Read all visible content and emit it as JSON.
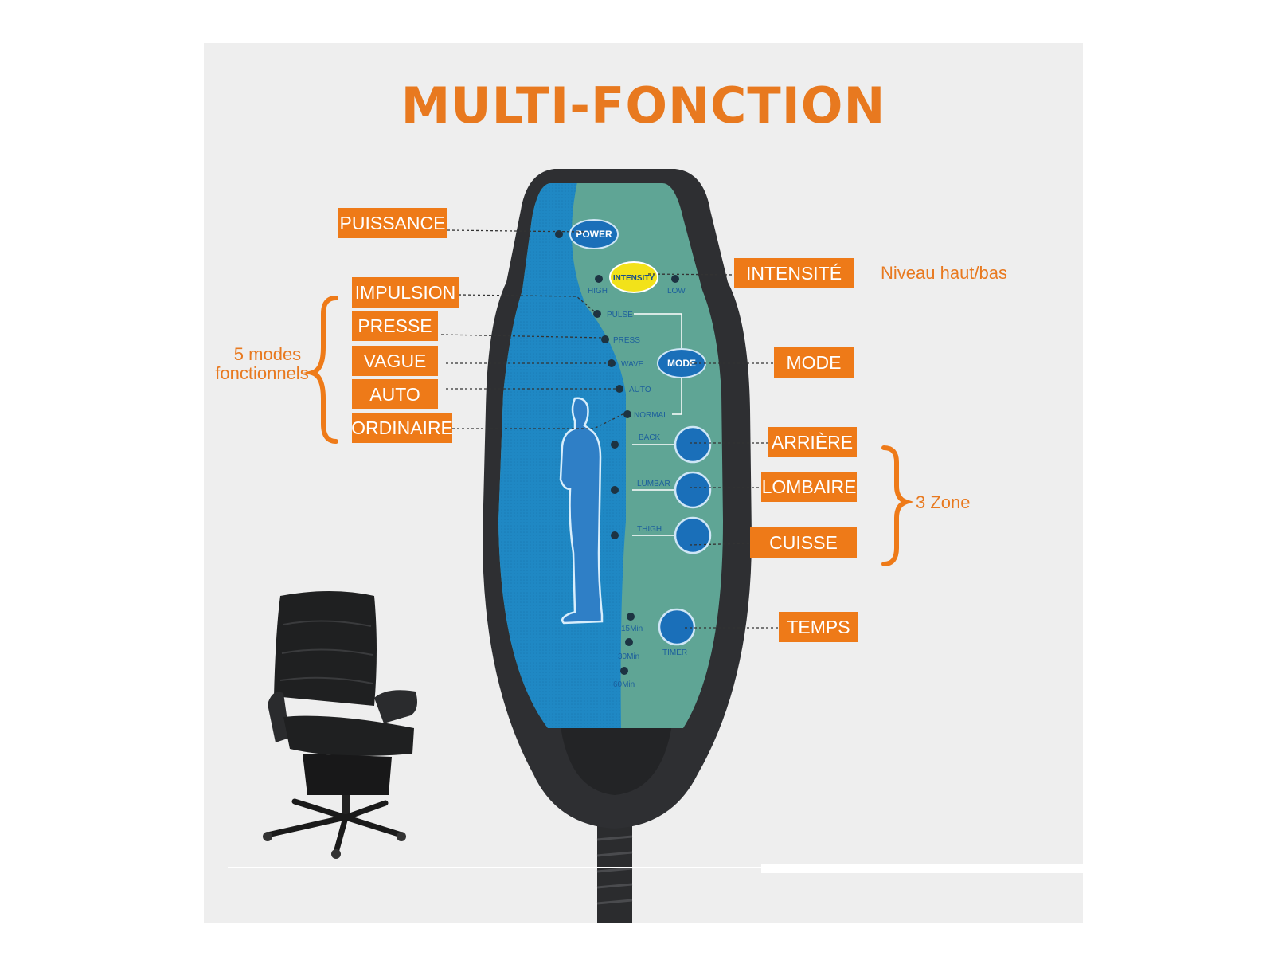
{
  "title": "MULTI-FONCTION",
  "labels": {
    "puissance": "PUISSANCE",
    "intensite": "INTENSITÉ",
    "impulsion": "IMPULSION",
    "presse": "PRESSE",
    "vague": "VAGUE",
    "auto": "AUTO",
    "ordinaire": "ORDINAIRE",
    "mode": "MODE",
    "arriere": "ARRIÈRE",
    "lombaire": "LOMBAIRE",
    "cuisse": "CUISSE",
    "temps": "TEMPS"
  },
  "notes": {
    "niveau": "Niveau haut/bas",
    "modes_line1": "5 modes",
    "modes_line2": "fonctionnels",
    "zone": "3 Zone"
  },
  "remote": {
    "power": "POWER",
    "intensity": "INTENSITY",
    "high": "HIGH",
    "low": "LOW",
    "pulse": "PULSE",
    "press": "PRESS",
    "wave": "WAVE",
    "auto": "AUTO",
    "normal": "NORMAL",
    "mode": "MODE",
    "back": "BACK",
    "lumbar": "LUMBAR",
    "thigh": "THIGH",
    "timer": "TIMER",
    "t15": "15Min",
    "t30": "30Min",
    "t60": "60Min"
  },
  "colors": {
    "accent_orange": "#ee7a18",
    "panel_gray": "#eeeeee",
    "remote_body": "#2e2f32",
    "remote_green": "#5fa595",
    "remote_blue": "#1f88c4",
    "button_blue": "#1a6fb9",
    "intensity_yellow": "#f2e21a"
  },
  "icons": [
    "power-button-icon",
    "intensity-button-icon",
    "mode-button-icon",
    "zone-button-icon",
    "timer-button-icon",
    "human-silhouette-icon",
    "office-chair-image",
    "curly-brace-icon"
  ]
}
